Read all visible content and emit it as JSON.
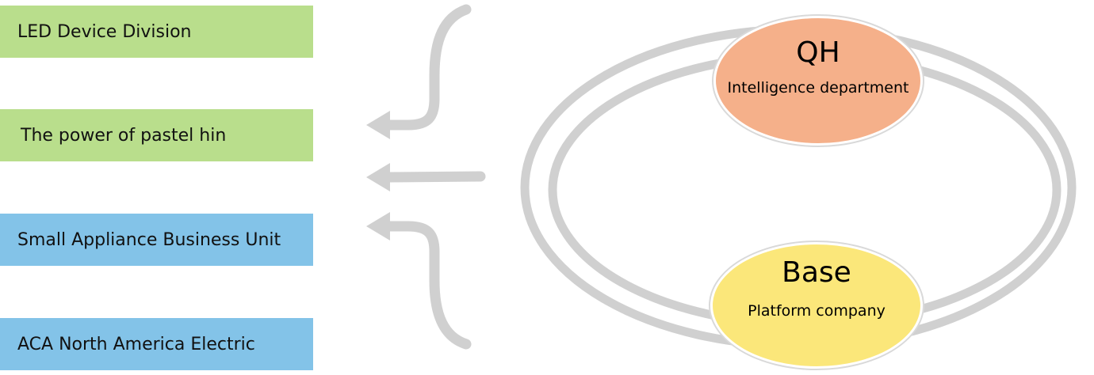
{
  "business_units": [
    {
      "label": "LED Device Division",
      "color": "#b9de8c"
    },
    {
      "label": "The power of pastel hin",
      "color": "#b9de8c"
    },
    {
      "label": "Small Appliance Business Unit",
      "color": "#83c3e8"
    },
    {
      "label": "ACA North America Electric",
      "color": "#83c3e8"
    }
  ],
  "nodes": {
    "qh": {
      "title": "QH",
      "subtitle": "Intelligence department",
      "color": "#f5b08a"
    },
    "base": {
      "title": "Base",
      "subtitle": "Platform company",
      "color": "#fbe77a"
    }
  },
  "connector_color": "#d0d0d0"
}
